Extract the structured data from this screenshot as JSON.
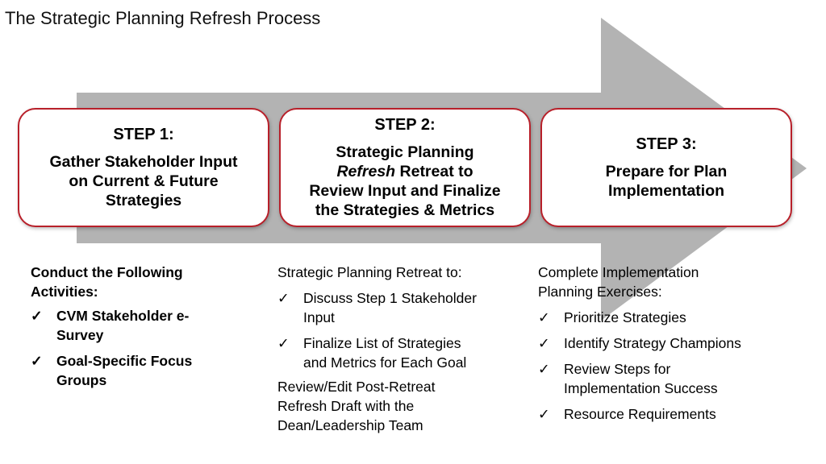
{
  "title": "The Strategic Planning Refresh Process",
  "colors": {
    "arrow": "#b3b3b3",
    "box_border": "#b8202a"
  },
  "steps": [
    {
      "num": "STEP 1:",
      "lines": [
        "Gather Stakeholder Input",
        "on Current & Future",
        "Strategies"
      ]
    },
    {
      "num": "STEP 2:",
      "line1": "Strategic Planning",
      "line2_italic": "Refresh",
      "line2_rest": " Retreat to",
      "line3": "Review Input and Finalize",
      "line4": "the Strategies & Metrics"
    },
    {
      "num": "STEP 3:",
      "lines": [
        "Prepare for Plan",
        "Implementation"
      ]
    }
  ],
  "check": "✓",
  "col1": {
    "heading": [
      "Conduct the Following",
      "Activities:"
    ],
    "items": [
      [
        "CVM Stakeholder e-",
        "Survey"
      ],
      [
        "Goal-Specific Focus",
        "Groups"
      ]
    ]
  },
  "col2": {
    "heading": "Strategic Planning Retreat to:",
    "items": [
      [
        "Discuss Step 1 Stakeholder",
        "Input"
      ],
      [
        "Finalize List of Strategies",
        "and Metrics for Each Goal"
      ]
    ],
    "footer": [
      "Review/Edit Post-Retreat",
      "Refresh Draft with the",
      "Dean/Leadership Team"
    ]
  },
  "col3": {
    "heading": [
      "Complete Implementation",
      "Planning Exercises:"
    ],
    "items": [
      [
        "Prioritize Strategies"
      ],
      [
        "Identify Strategy Champions"
      ],
      [
        "Review Steps for",
        "Implementation Success"
      ],
      [
        "Resource Requirements"
      ]
    ]
  }
}
